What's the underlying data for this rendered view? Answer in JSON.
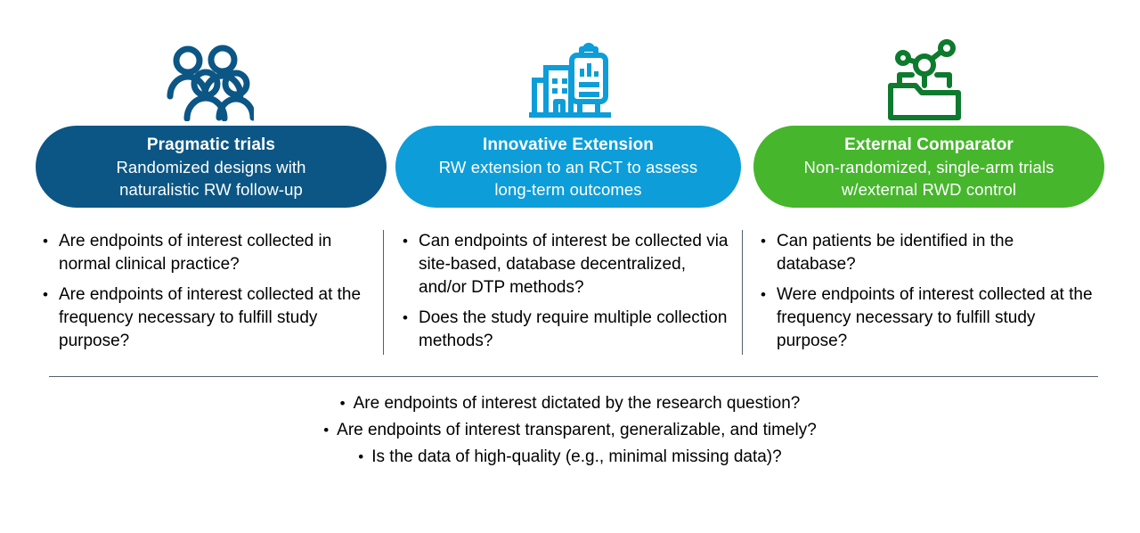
{
  "colors": {
    "pill_dark_blue": "#0b5685",
    "pill_cyan": "#0d9dd9",
    "pill_green": "#46b62c",
    "icon_dark_blue": "#0b5685",
    "icon_cyan": "#0d9dd9",
    "icon_green": "#0d7a2e",
    "divider": "#54606e",
    "text": "#000000",
    "pill_text": "#ffffff",
    "background": "#ffffff"
  },
  "columns": [
    {
      "icon": "people-group-icon",
      "pill": {
        "title": "Pragmatic trials",
        "subtitle_line1": "Randomized  designs with",
        "subtitle_line2": "naturalistic RW follow-up"
      },
      "bullets": [
        "Are endpoints of interest collected in normal clinical practice?",
        "Are endpoints of interest collected at the frequency necessary to fulfill study purpose?"
      ]
    },
    {
      "icon": "hospital-clipboard-icon",
      "pill": {
        "title": "Innovative Extension",
        "subtitle_line1": "RW extension to an RCT to assess",
        "subtitle_line2": "long-term  outcomes"
      },
      "bullets": [
        "Can endpoints of interest be collected via site-based, database decentralized,  and/or DTP methods?",
        "Does the study require multiple collection methods?"
      ]
    },
    {
      "icon": "database-folder-network-icon",
      "pill": {
        "title": "External Comparator",
        "subtitle_line1": "Non-randomized,  single-arm  trials",
        "subtitle_line2": "w/external RWD control"
      },
      "bullets": [
        "Can patients be identified in the database?",
        "Were endpoints of interest collected at the frequency necessary to fulfill study purpose?"
      ]
    }
  ],
  "shared_bullets": [
    "Are endpoints of interest dictated by the research question?",
    "Are endpoints of interest transparent, generalizable,  and timely?",
    "Is the data of high-quality (e.g., minimal  missing data)?"
  ],
  "bullet_marker": "•"
}
